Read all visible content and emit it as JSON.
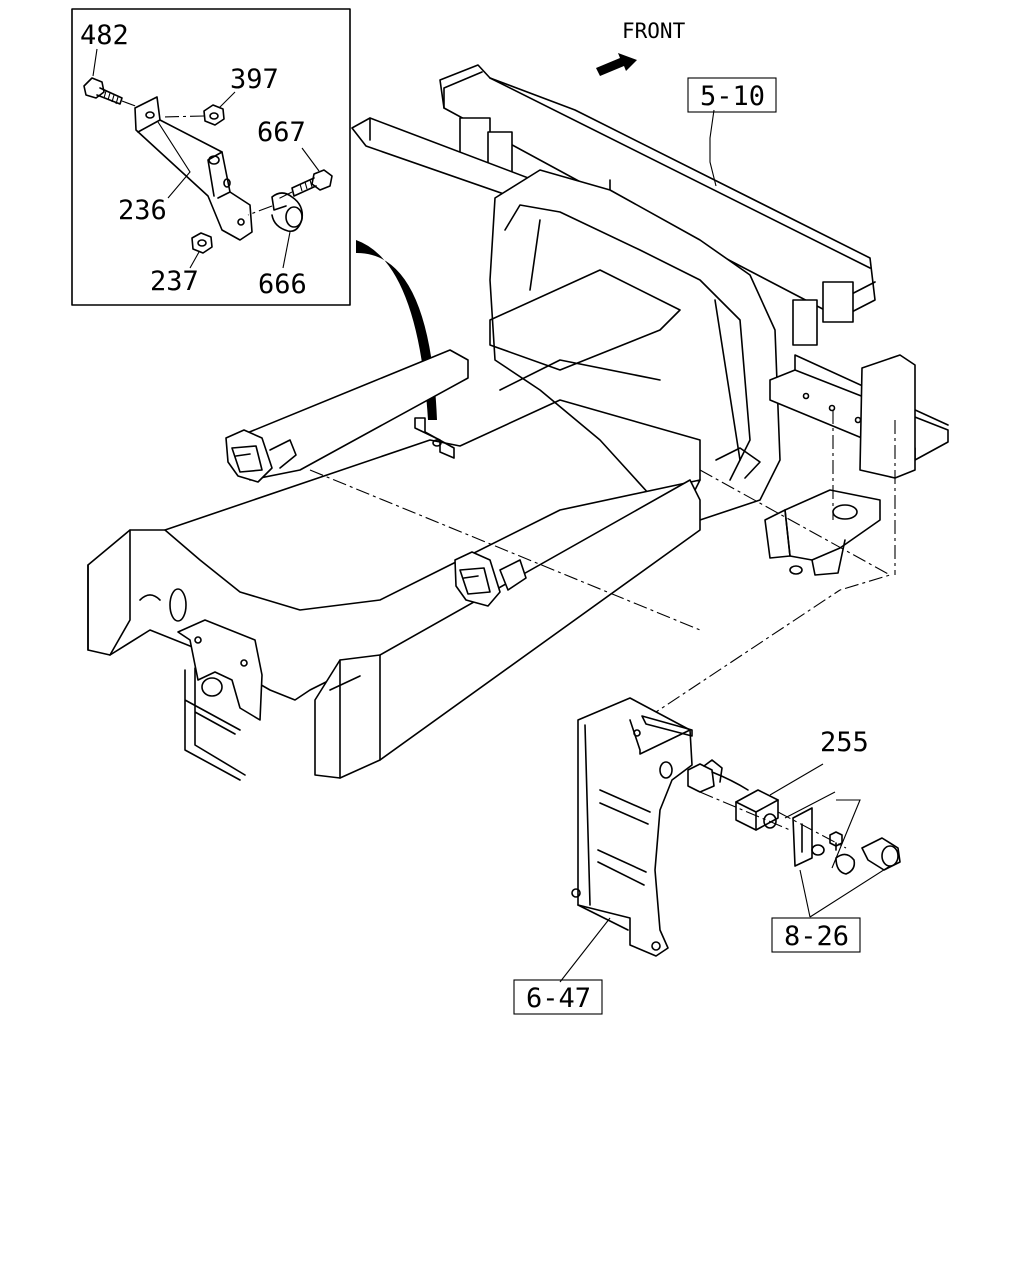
{
  "direction_label": "FRONT",
  "inset_callouts": {
    "bolt": "482",
    "nut_upper": "397",
    "screw": "667",
    "bracket": "236",
    "nut_lower": "237",
    "clip": "666"
  },
  "main_callouts": {
    "switch": "255"
  },
  "reference_boxes": {
    "crossmember_ref": "5-10",
    "bracket_ref": "8-26",
    "stay_ref": "6-47"
  }
}
